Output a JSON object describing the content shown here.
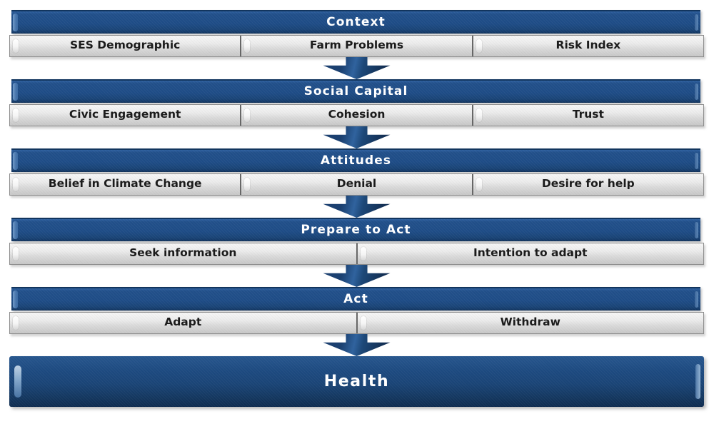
{
  "colors": {
    "background": "#ffffff",
    "header_blue": "#1e4c86",
    "header_blue_light": "#2e609f",
    "header_blue_dark": "#143a68",
    "header_text": "#ffffff",
    "subitem_silver": "#e2e2e2",
    "subitem_border": "#8c8c8c",
    "subitem_text": "#1b1b1b",
    "arrow_blue": "#1c4271",
    "health_blue": "#1d4a80"
  },
  "sections": [
    {
      "title": "Context",
      "items": [
        "SES Demographic",
        "Farm Problems",
        "Risk Index"
      ]
    },
    {
      "title": "Social Capital",
      "items": [
        "Civic Engagement",
        "Cohesion",
        "Trust"
      ]
    },
    {
      "title": "Attitudes",
      "items": [
        "Belief in Climate Change",
        "Denial",
        "Desire for help"
      ]
    },
    {
      "title": "Prepare to Act",
      "items": [
        "Seek information",
        "Intention to adapt"
      ]
    },
    {
      "title": "Act",
      "items": [
        "Adapt",
        "Withdraw"
      ]
    }
  ],
  "final_box": {
    "title": "Health"
  },
  "icons": {
    "connector": "down-arrow"
  }
}
